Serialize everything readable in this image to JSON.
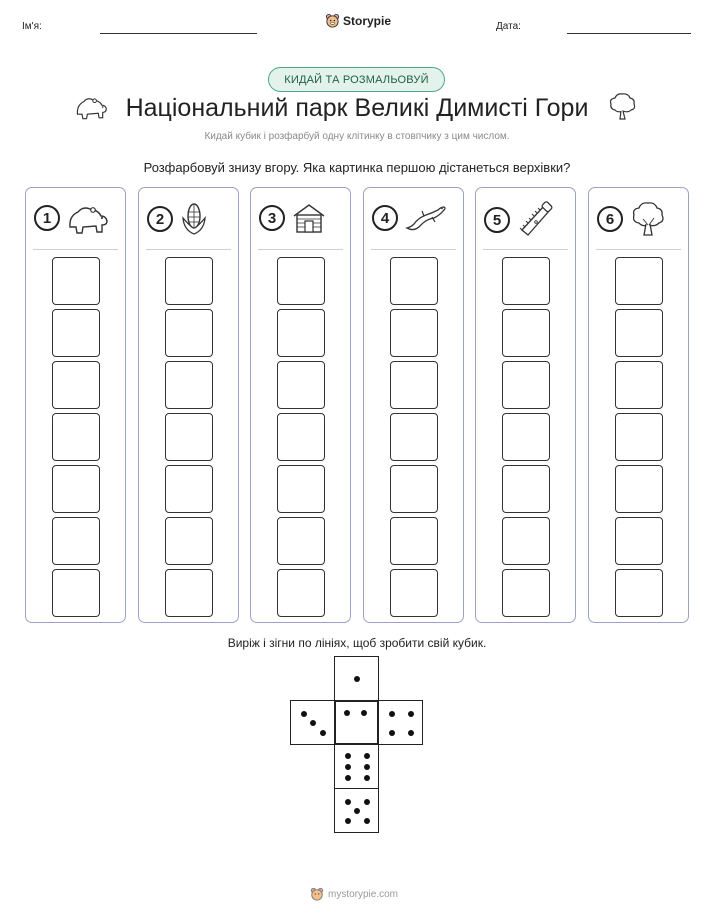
{
  "header": {
    "name_label": "Ім'я:",
    "date_label": "Дата:",
    "brand": "Storypie"
  },
  "badge": "КИДАЙ ТА РОЗМАЛЬОВУЙ",
  "title": "Національний парк Великі Димисті Гори",
  "subtitle": "Кидай кубик і розфарбуй одну клітинку в стовпчику з цим числом.",
  "instruction": "Розфарбовуй знизу вгору. Яка картинка першою дістанеться верхівки?",
  "columns": [
    {
      "number": "1",
      "icon": "bear-icon"
    },
    {
      "number": "2",
      "icon": "corn-icon"
    },
    {
      "number": "3",
      "icon": "log-cabin-icon"
    },
    {
      "number": "4",
      "icon": "salamander-icon"
    },
    {
      "number": "5",
      "icon": "saw-icon"
    },
    {
      "number": "6",
      "icon": "tree-icon"
    }
  ],
  "cells_per_column": 7,
  "cut_instruction": "Виріж і зігни по лініях, щоб зробити свій кубик.",
  "die_faces": [
    1,
    2,
    3,
    4,
    5,
    6
  ],
  "footer": "mystorypie.com",
  "colors": {
    "badge_border": "#4da88a",
    "badge_fill": "#e3f3ec",
    "column_border": "#9aa3c4"
  }
}
